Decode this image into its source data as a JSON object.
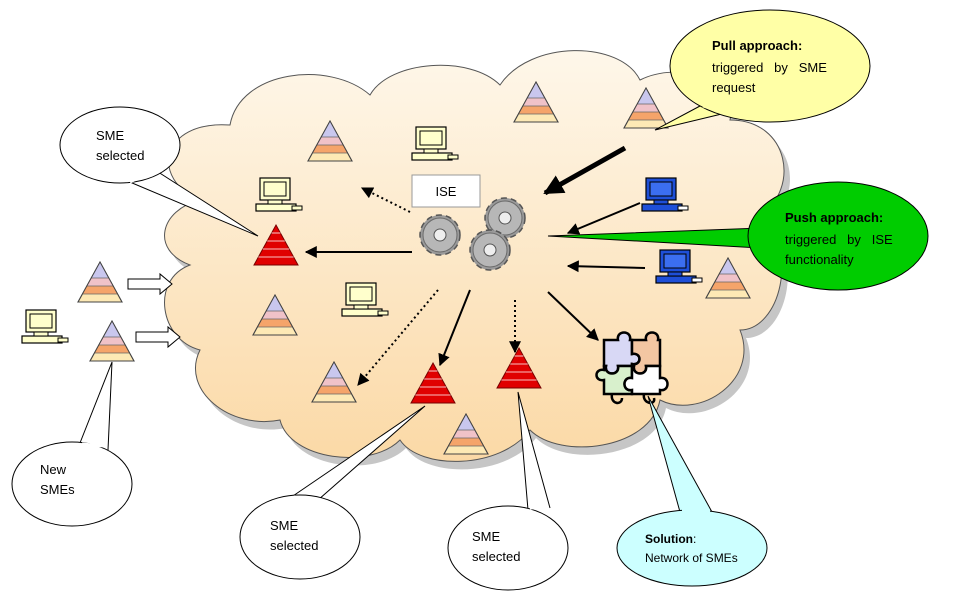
{
  "labels": {
    "ise": "ISE",
    "sme_selected_top_left": [
      "SME",
      "selected"
    ],
    "sme_selected_bottom_1": [
      "SME",
      "selected"
    ],
    "sme_selected_bottom_2": [
      "SME",
      "selected"
    ],
    "new_smes": [
      "New",
      "SMEs"
    ],
    "pull": {
      "title": "Pull approach:",
      "line1": "triggered   by   SME",
      "line2": "request"
    },
    "push": {
      "title": "Push approach:",
      "line1": "triggered   by   ISE",
      "line2": "functionality"
    },
    "solution": {
      "title": "Solution",
      "title_suffix": ":",
      "line1": "Network of SMEs"
    }
  },
  "colors": {
    "cloud_top": "#fef7ea",
    "cloud_bottom": "#fbd9a6",
    "pull_bubble": "#ffffa6",
    "push_bubble": "#00cc00",
    "solution_bubble": "#ccffff",
    "sme_selected": "#e00000",
    "computer_new": "#ffffcc",
    "computer_active": "#1e4fd8"
  },
  "icons": [
    "pyramid-icon",
    "computer-icon",
    "gears-icon",
    "puzzle-icon"
  ]
}
